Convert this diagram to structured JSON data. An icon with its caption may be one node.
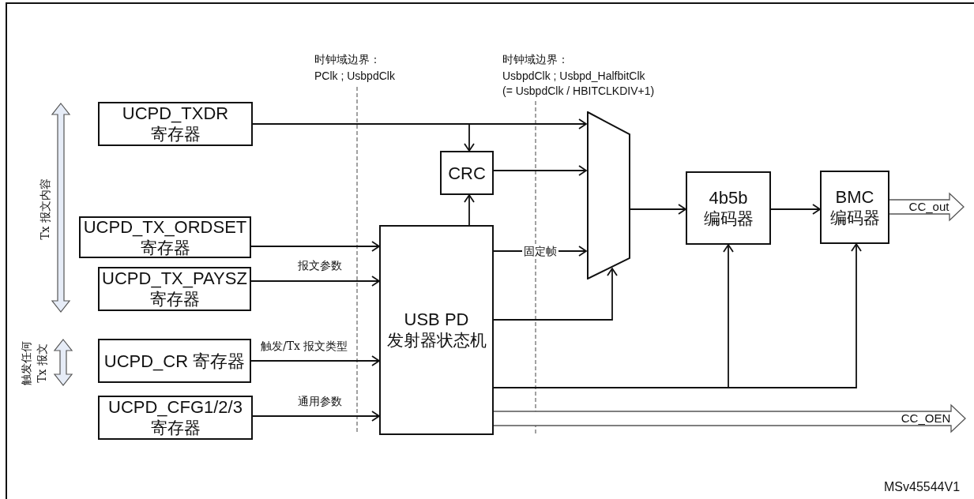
{
  "diagram": {
    "nodes": [
      {
        "text": [
          "UCPD_TXDR",
          "寄存器"
        ]
      },
      {
        "text": [
          "UCPD_TX_ORDSET",
          "寄存器"
        ]
      },
      {
        "text": [
          "UCPD_TX_PAYSZ",
          "寄存器"
        ]
      },
      {
        "text": [
          "UCPD_CR 寄存器"
        ]
      },
      {
        "text": [
          "UCPD_CFG1/2/3",
          "寄存器"
        ]
      },
      {
        "text": [
          "CRC"
        ]
      },
      {
        "text": [
          "USB PD",
          "发射器状态机"
        ]
      },
      {
        "text": [],
        "shape": "trapezoid"
      },
      {
        "text": [
          "4b5b",
          "编码器"
        ]
      },
      {
        "text": [
          "BMC",
          "编码器"
        ]
      },
      {
        "text": [
          "CC_out"
        ]
      },
      {
        "text": [
          "CC_OEN"
        ]
      }
    ],
    "edges": [
      {
        "from": 0,
        "to": 7,
        "arrow": "to"
      },
      {
        "from": 0,
        "to": 5,
        "arrow": "to"
      },
      {
        "from": 5,
        "to": 7,
        "arrow": "to"
      },
      {
        "from": 6,
        "to": 5,
        "arrow": "to"
      },
      {
        "from": 1,
        "to": 6,
        "arrow": "to"
      },
      {
        "from": 2,
        "to": 6,
        "arrow": "to",
        "label": "报文参数"
      },
      {
        "from": 3,
        "to": 6,
        "arrow": "to",
        "label": "触发/Tx 报文类型"
      },
      {
        "from": 4,
        "to": 6,
        "arrow": "to",
        "label": "通用参数"
      },
      {
        "from": 6,
        "to": 7,
        "arrow": "to",
        "label": "固定帧"
      },
      {
        "from": 6,
        "to": 7,
        "arrow": "to"
      },
      {
        "from": 7,
        "to": 8,
        "arrow": "to"
      },
      {
        "from": 8,
        "to": 9,
        "arrow": "to"
      },
      {
        "from": 6,
        "to": 8,
        "arrow": "to"
      },
      {
        "from": 6,
        "to": 9,
        "arrow": "to"
      },
      {
        "from": 9,
        "to": 10,
        "arrow": "to",
        "style": "thick"
      },
      {
        "from": 6,
        "to": 11,
        "arrow": "to",
        "style": "thick"
      }
    ],
    "labels": [
      "时钟域边界：",
      "PClk ; UsbpdClk",
      "时钟域边界：",
      "UsbpdClk ; Usbpd_HalfbitClk",
      "(= UsbpdClk / HBITCLKDIV+1)",
      "Tx 报文内容",
      "触发任何",
      "Tx 报文",
      "MSv45544V1"
    ]
  }
}
